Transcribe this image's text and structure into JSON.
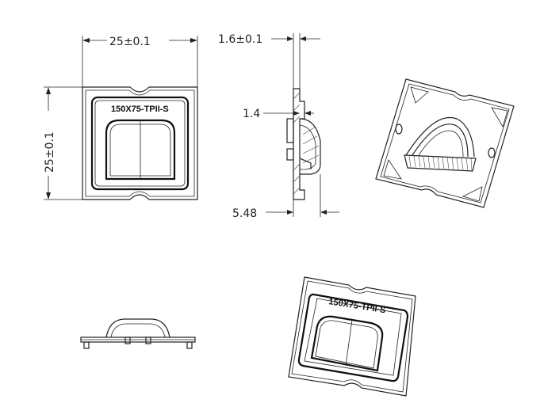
{
  "colors": {
    "line": "#222222",
    "background": "#ffffff"
  },
  "dimensions": {
    "width": "25±0.1",
    "height": "25±0.1",
    "thickness": "1.6±0.1",
    "step": "1.4",
    "depth": "5.48"
  },
  "part_label": "150X75-TPII-S"
}
